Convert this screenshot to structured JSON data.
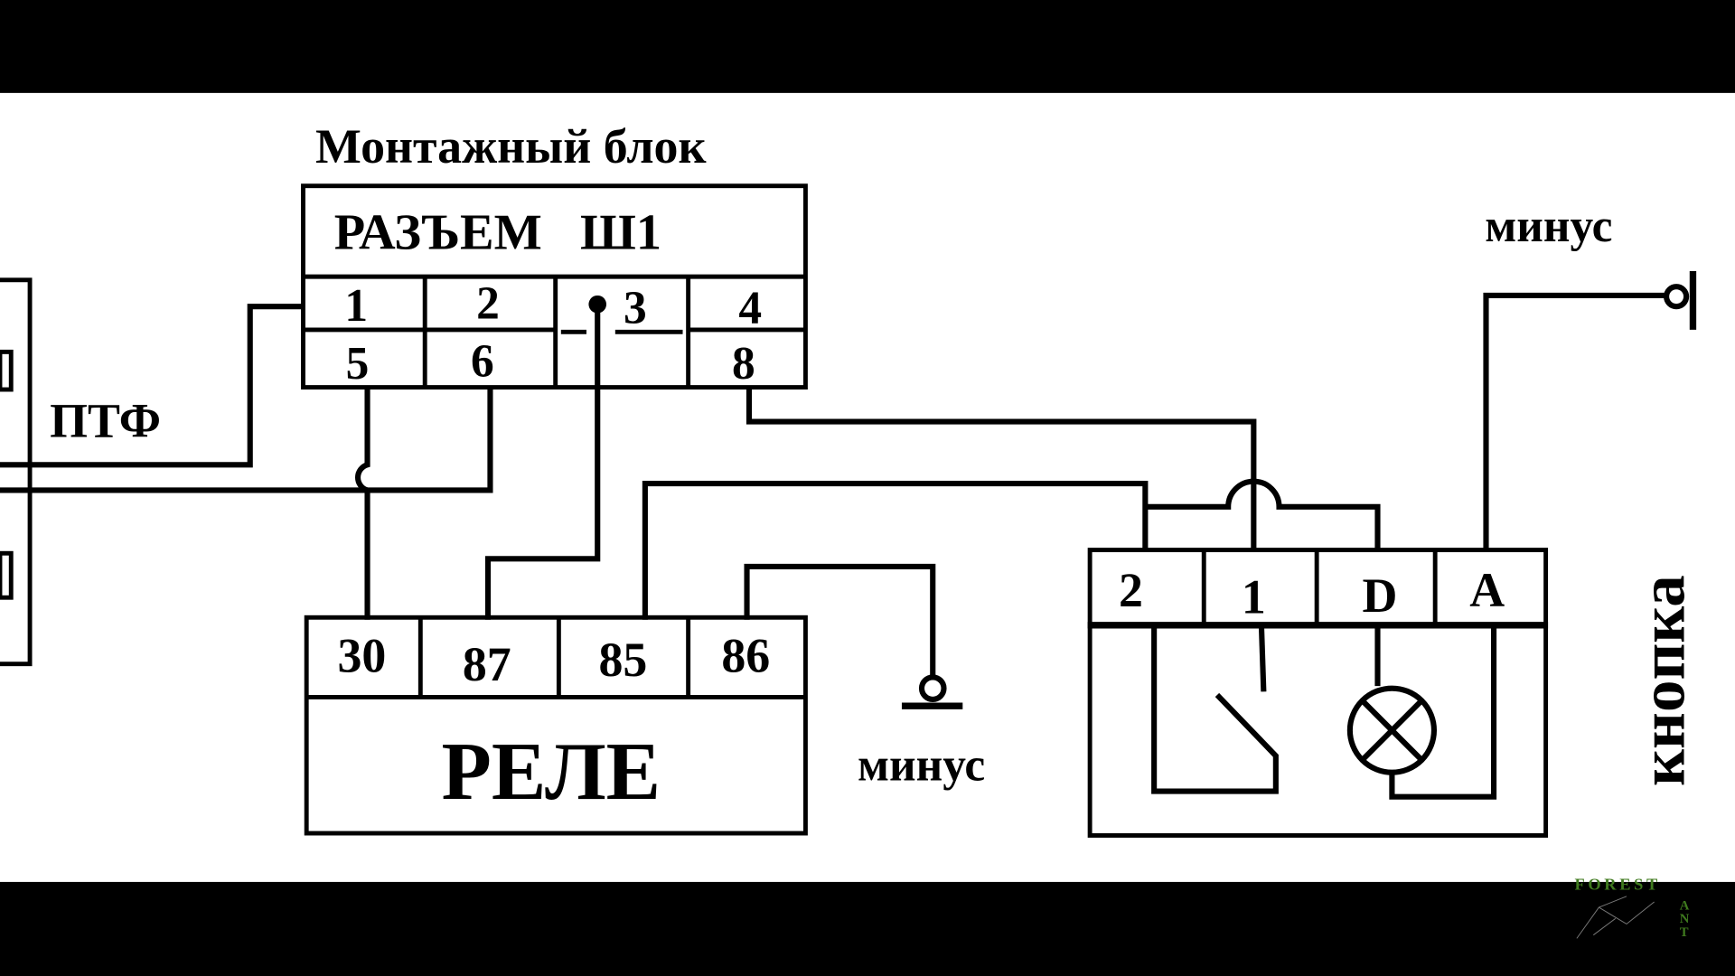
{
  "mounting_block": {
    "title": "Монтажный блок",
    "connector_label": "РАЗЪЕМ   Ш1",
    "pins_top": [
      "1",
      "2",
      "3",
      "4"
    ],
    "pins_bottom": [
      "5",
      "6",
      "8"
    ]
  },
  "fog_lamp": {
    "label": "ПТФ"
  },
  "relay": {
    "label": "РЕЛЕ",
    "pins": [
      "30",
      "87",
      "85",
      "86"
    ],
    "ground_label": "минус"
  },
  "button": {
    "label": "кнопка",
    "pins": [
      "2",
      "1",
      "D",
      "A"
    ],
    "ground_label": "минус"
  },
  "watermark": {
    "text": "FOREST ANT",
    "color": "#3f7a1e"
  },
  "colors": {
    "background": "#ffffff",
    "letterbox": "#000000",
    "lines": "#000000"
  }
}
